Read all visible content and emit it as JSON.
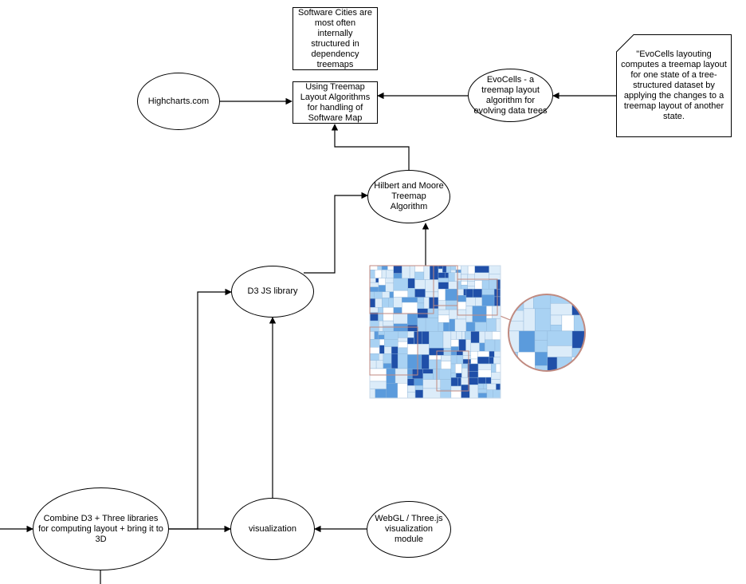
{
  "nodes": {
    "software_cities": "Software Cities are most often internally structured in dependency treemaps",
    "treemap_layout": "Using Treemap Layout Algorithms for handling of Software Map",
    "highcharts": "Highcharts.com",
    "evocells": "EvoCells - a treemap layout algorithm for evolving data trees",
    "evocells_quote": "\"EvoCells layouting computes a treemap layout for one state of a tree-structured dataset by applying the changes to a treemap layout of another state.",
    "hilbert_moore": "Hilbert and Moore Treemap Algorithm",
    "d3_library": "D3 JS library",
    "combine": "Combine D3 + Three libraries for computing layout + bring it to 3D",
    "visualization": "visualization",
    "webgl": "WebGL / Three.js visualization module"
  },
  "colors": {
    "stroke": "#000000",
    "treemap_dark": "#1f4fa8",
    "treemap_mid": "#5b9bdc",
    "treemap_light": "#a9d2f3",
    "treemap_pale": "#dcecf9",
    "treemap_border": "#c08a80"
  },
  "icons": {
    "treemap_image": "treemap-visualization-image"
  }
}
